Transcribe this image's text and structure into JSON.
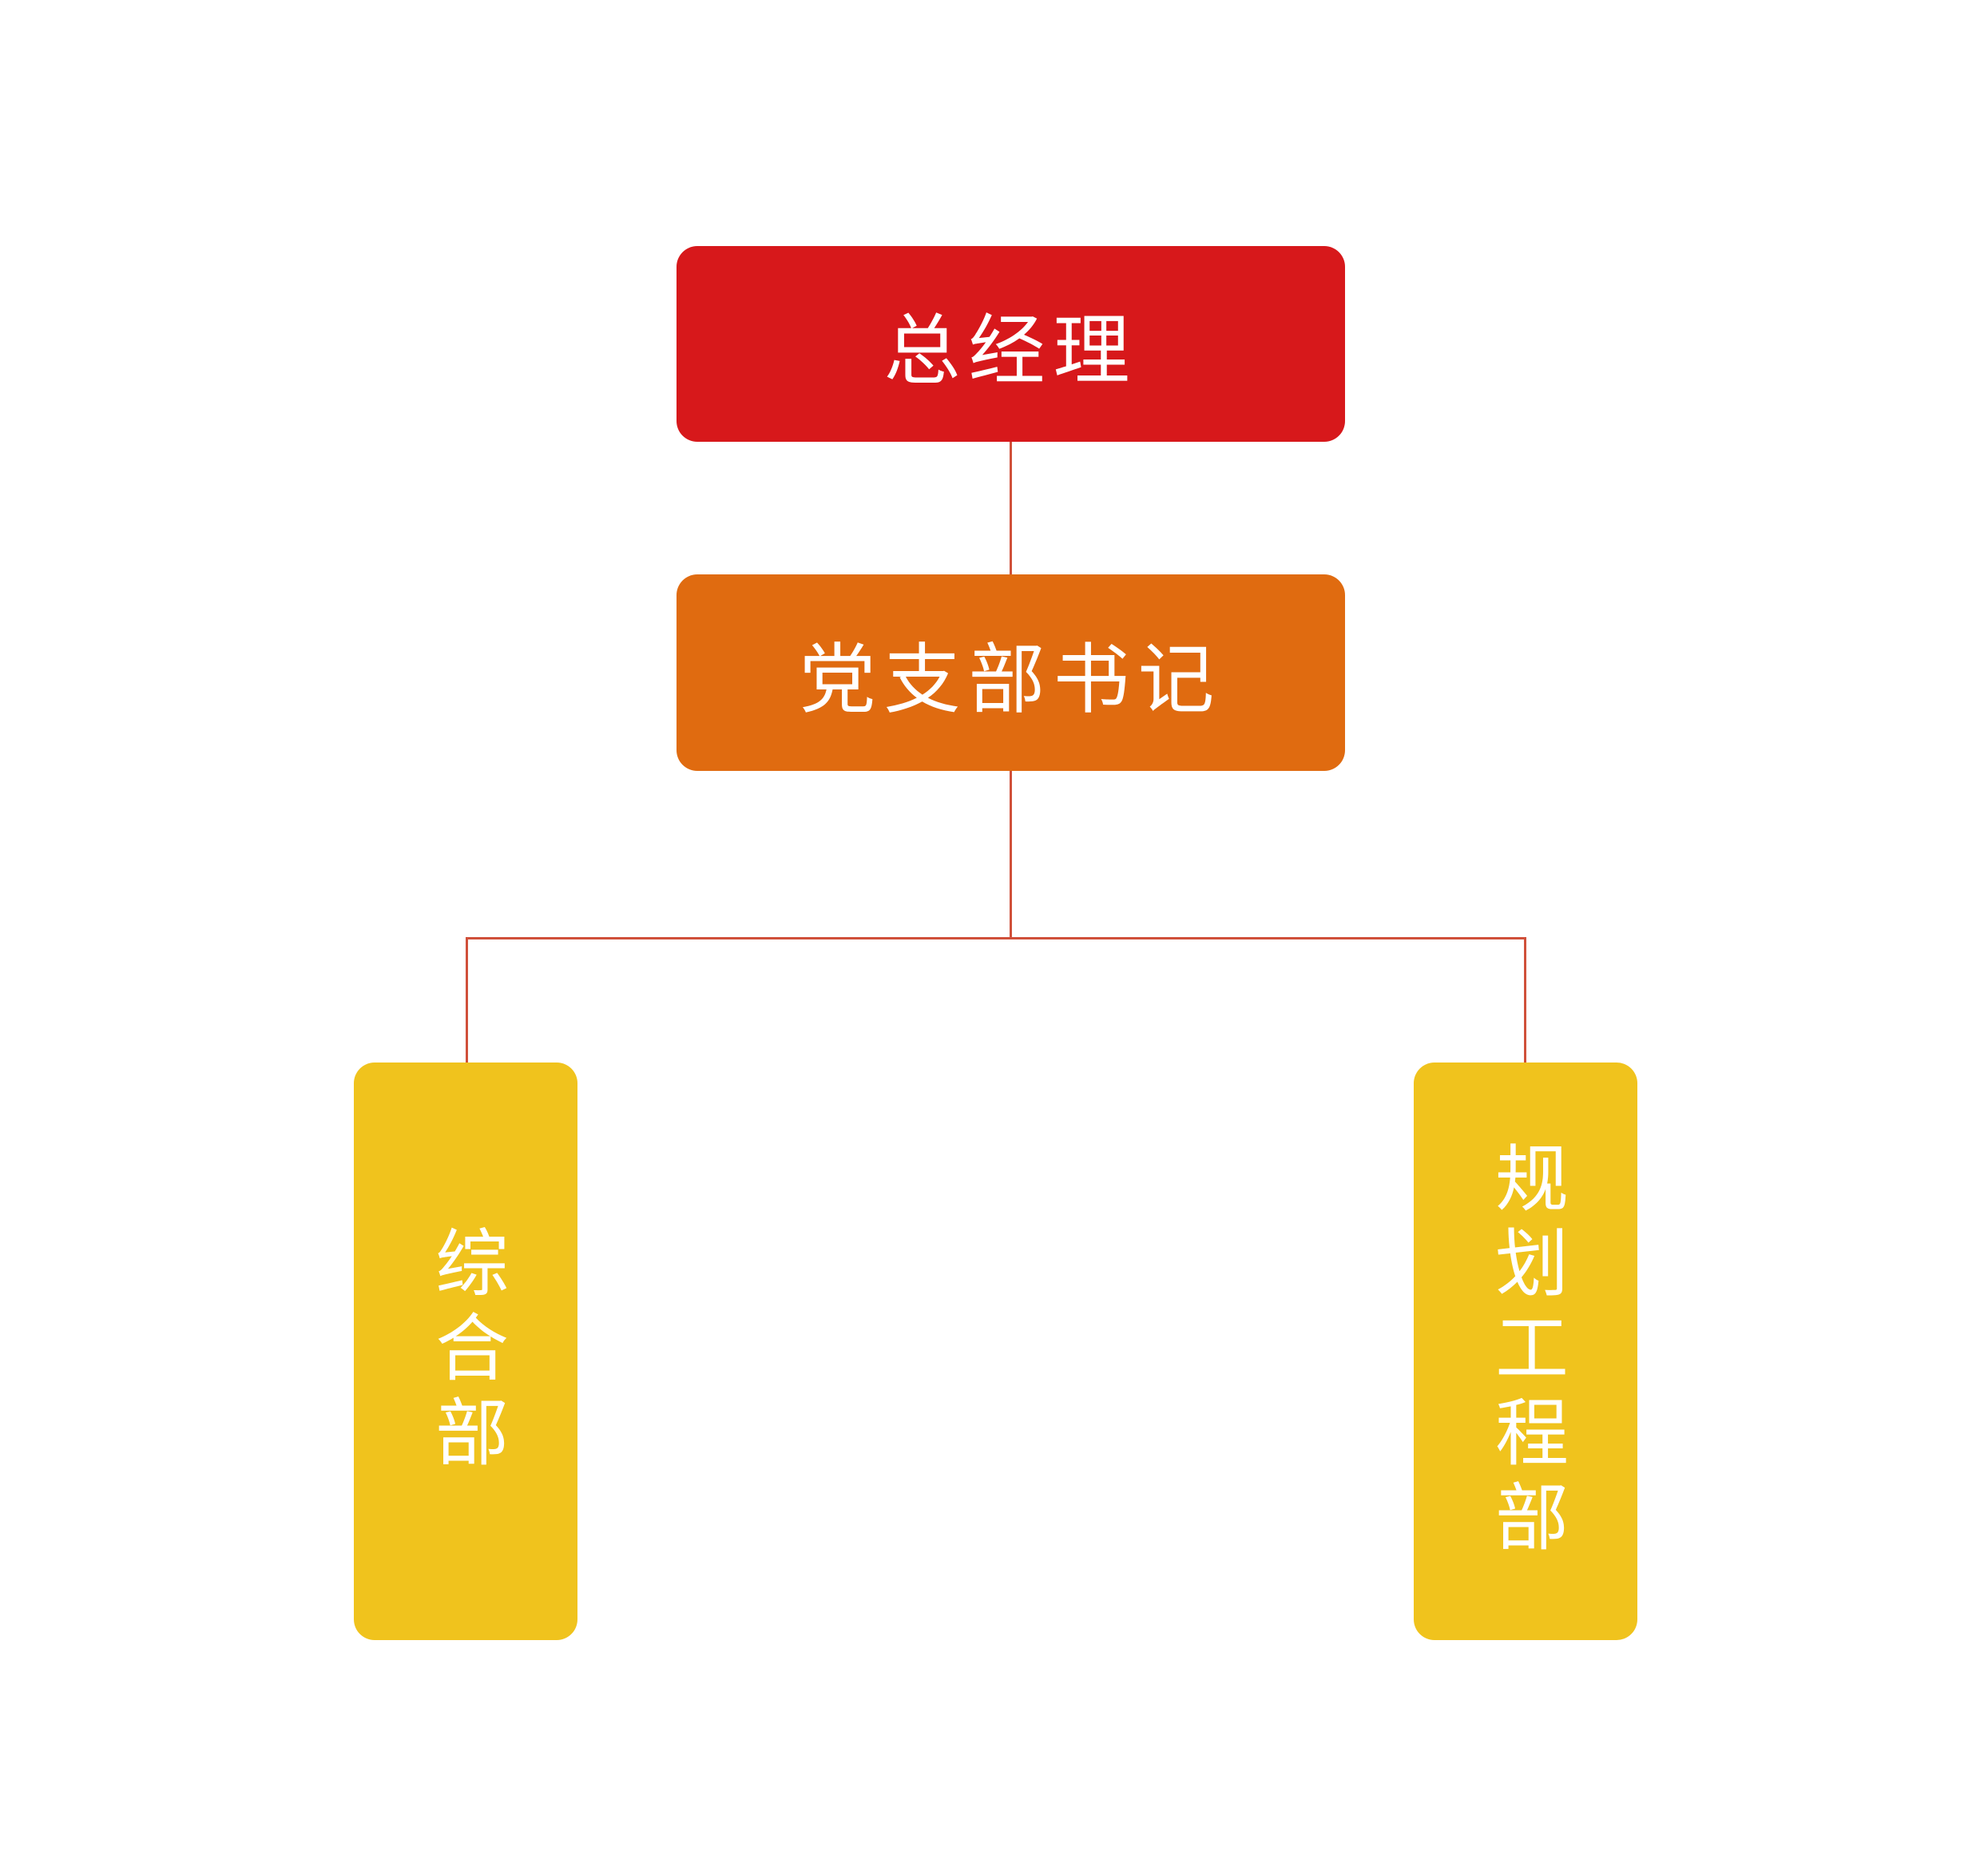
{
  "org_chart": {
    "top": {
      "label": "总经理",
      "color": "#D7181B"
    },
    "second": {
      "label": "党支部书记",
      "color": "#E06B10"
    },
    "departments": [
      {
        "label": "综合部",
        "color": "#F0C31D"
      },
      {
        "label": "规划工程部",
        "color": "#F0C31D"
      }
    ],
    "connector_color": "#D0503A"
  }
}
